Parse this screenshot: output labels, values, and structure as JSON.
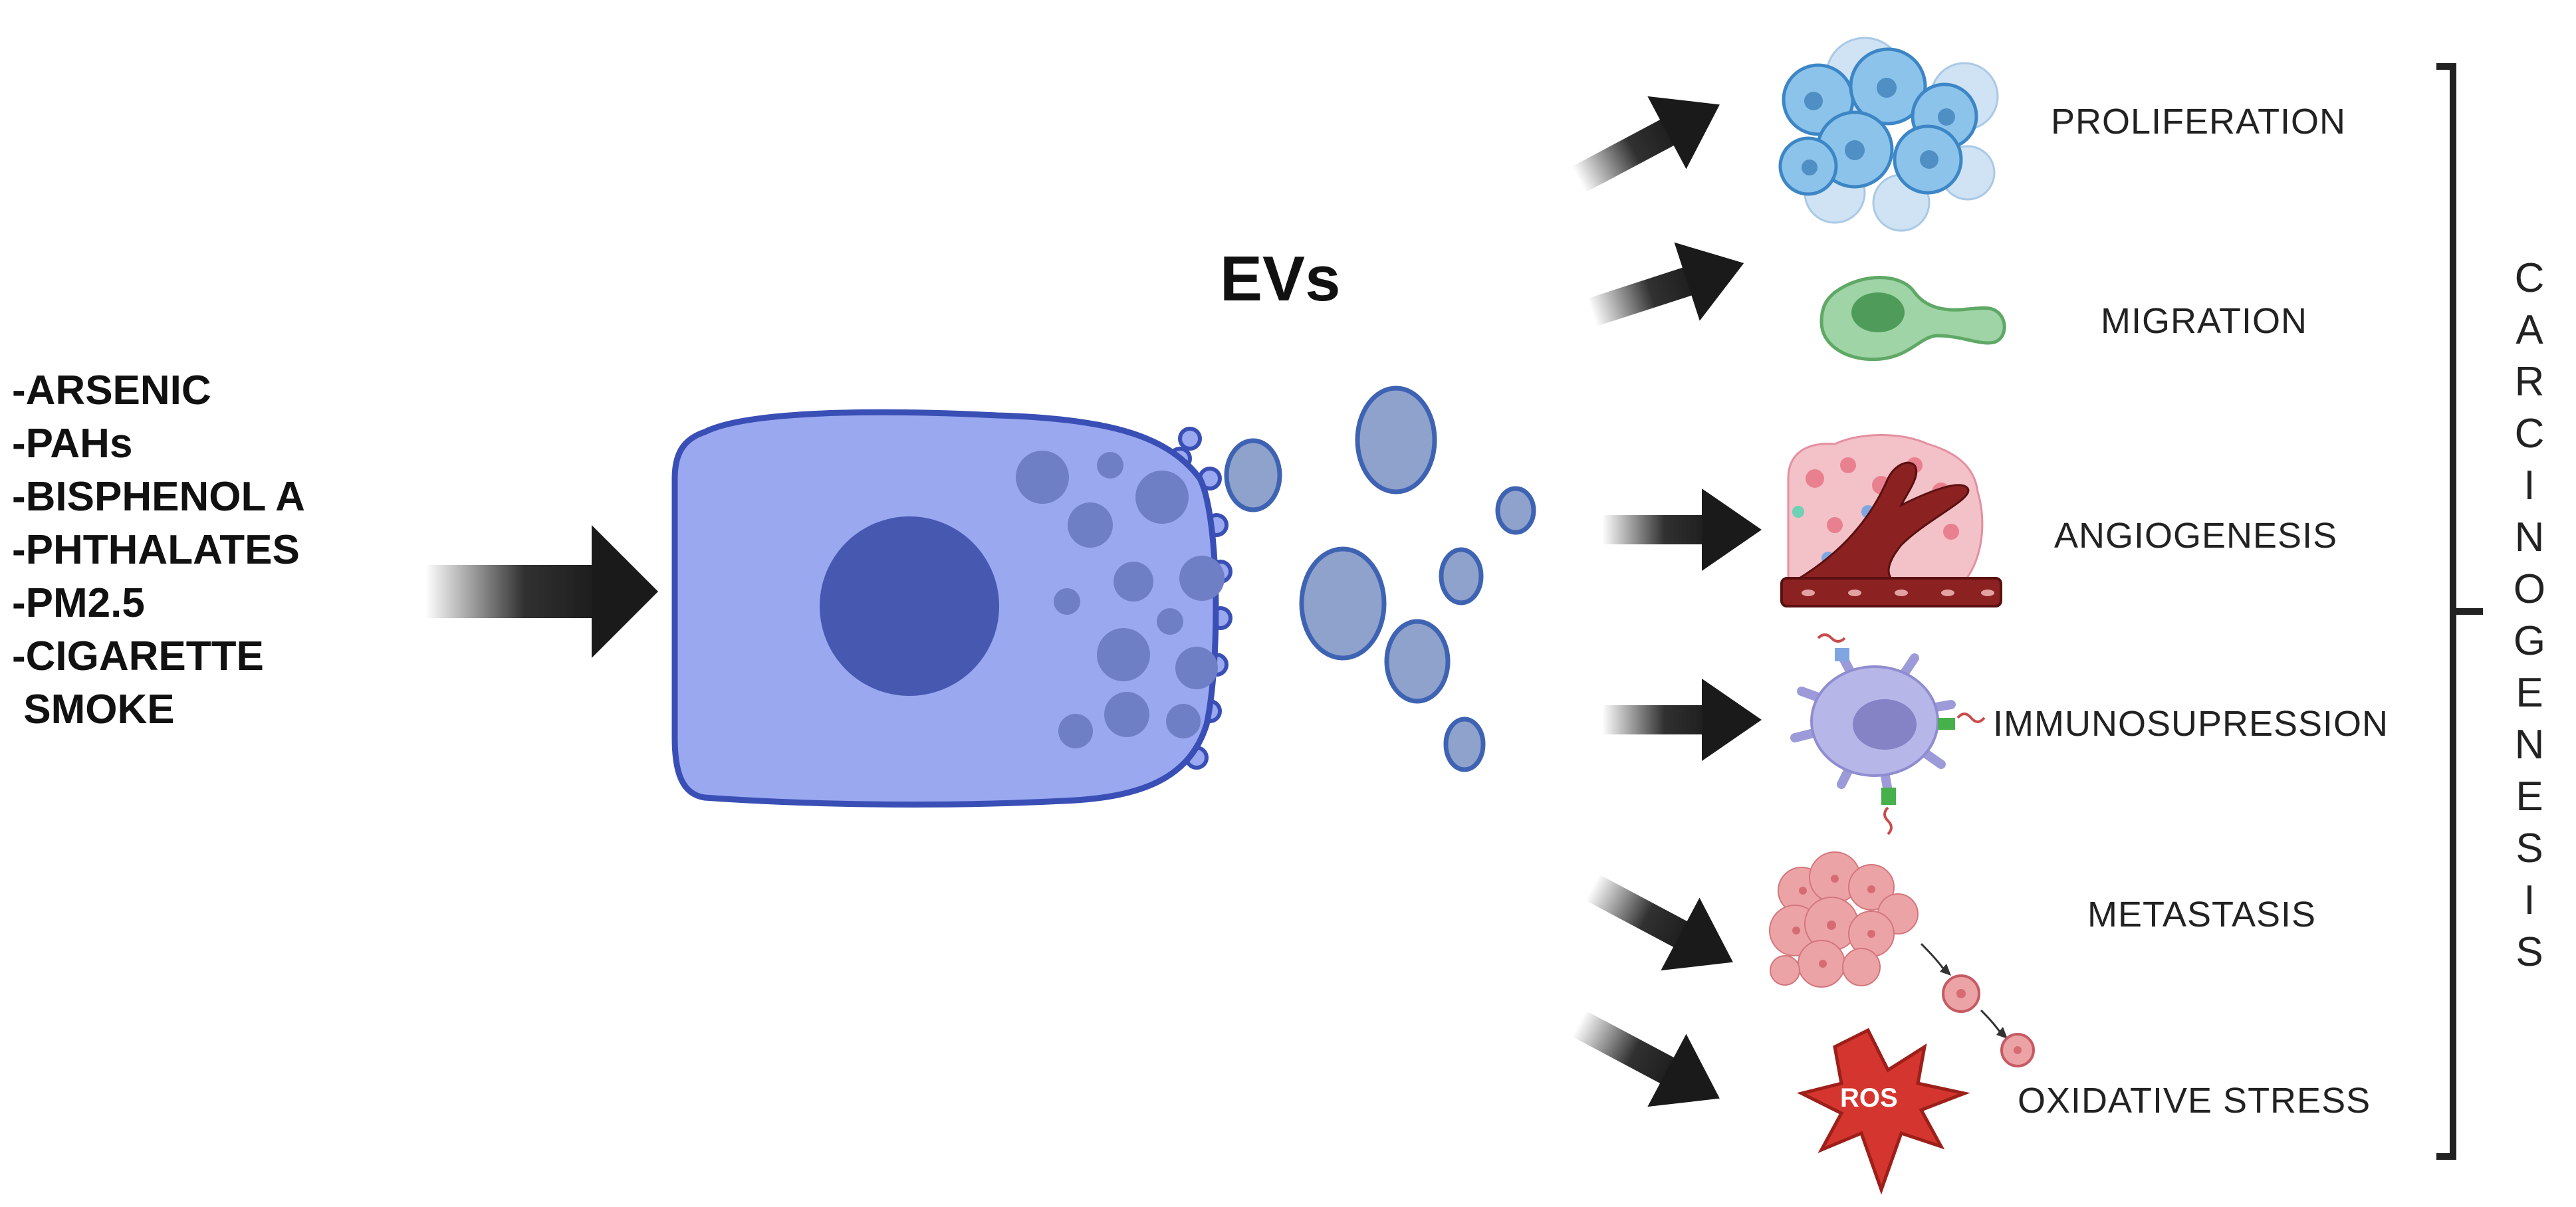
{
  "exposures": [
    "-ARSENIC",
    "-PAHs",
    "-BISPHENOL A",
    "-PHTHALATES",
    "-PM2.5",
    "-CIGARETTE",
    " SMOKE"
  ],
  "evs_label": "EVs",
  "outcomes": [
    {
      "label": "PROLIFERATION",
      "icon": "cell-cluster-icon"
    },
    {
      "label": "MIGRATION",
      "icon": "migrating-cell-icon"
    },
    {
      "label": "ANGIOGENESIS",
      "icon": "blood-vessel-icon"
    },
    {
      "label": "IMMUNOSUPRESSION",
      "icon": "immune-cell-icon"
    },
    {
      "label": "METASTASIS",
      "icon": "tumor-spread-icon"
    },
    {
      "label": "OXIDATIVE STRESS",
      "icon": "ros-star-icon"
    }
  ],
  "ros_label": "ROS",
  "bracket_label_letters": [
    "C",
    "A",
    "R",
    "C",
    "I",
    "N",
    "O",
    "G",
    "E",
    "N",
    "E",
    "S",
    "I",
    "S"
  ],
  "colors": {
    "cell_body": "#9aa8f0",
    "cell_outline": "#3a4fb5",
    "nucleus": "#4658b0",
    "vesicle": "#6f7fc6",
    "ev": "#8fa2cc",
    "ev_outline": "#3f63b3",
    "arrow": "#1a1a1a",
    "proliferation": "#8cc3ea",
    "migration": "#9fd4a6",
    "angiogenesis_vessel": "#7a1f1f",
    "immune": "#b7b6e8",
    "metastasis": "#eba3a6",
    "ros": "#d4362f"
  }
}
